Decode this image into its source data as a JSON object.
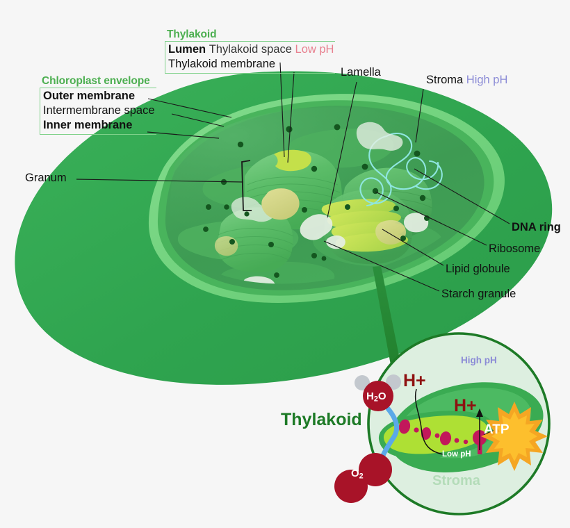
{
  "diagram": {
    "title": "Chloroplast structure diagram",
    "background_color": "#f6f6f6"
  },
  "callouts": {
    "thylakoid": {
      "title": "Thylakoid",
      "lumen_bold": "Lumen",
      "lumen_rest": "Thylakoid space",
      "lumen_ph": "Low pH",
      "membrane": "Thylakoid membrane"
    },
    "envelope": {
      "title": "Chloroplast envelope",
      "outer": "Outer membrane",
      "intermembrane": "Intermembrane space",
      "inner": "Inner membrane"
    }
  },
  "labels": {
    "lamella": "Lamella",
    "stroma": "Stroma",
    "stroma_ph": "High pH",
    "granum": "Granum",
    "dna_ring": "DNA ring",
    "ribosome": "Ribosome",
    "lipid_globule": "Lipid globule",
    "starch_granule": "Starch granule"
  },
  "inset": {
    "thylakoid": "Thylakoid",
    "high_ph": "High pH",
    "low_ph": "Low pH",
    "stroma": "Stroma",
    "atp": "ATP",
    "h_plus_left": "H+",
    "h_plus_right": "H+",
    "water": {
      "formula": "H",
      "sub": "2",
      "tail": "O"
    },
    "oxygen": {
      "formula": "O",
      "sub": "2"
    }
  },
  "colors": {
    "accent_green": "#4caf50",
    "box_border": "#7fd18a",
    "body_green": "#2fa44f",
    "rim_light": "#6fd37a",
    "stroma_interior": "#3f9e55",
    "granum_green": "#56bb62",
    "lumen_yellow": "#c4e04a",
    "dna_cyan": "#8fe6e0",
    "starch_white": "#e8f0e6",
    "lipid_olive": "#d3d487",
    "ribosome_dark": "#14561f",
    "low_ph_pink": "#e8808f",
    "high_ph_purple": "#8b8bd6",
    "inset_outline": "#1d7a26",
    "inset_fill": "#ddefe0",
    "proton_red": "#8e1010",
    "complex_magenta": "#c2185b",
    "atp_orange": "#f5a623",
    "water_red": "#a81328",
    "hydrogen_grey": "#c3c8ce",
    "arrow_blue": "#5aa9e8"
  }
}
